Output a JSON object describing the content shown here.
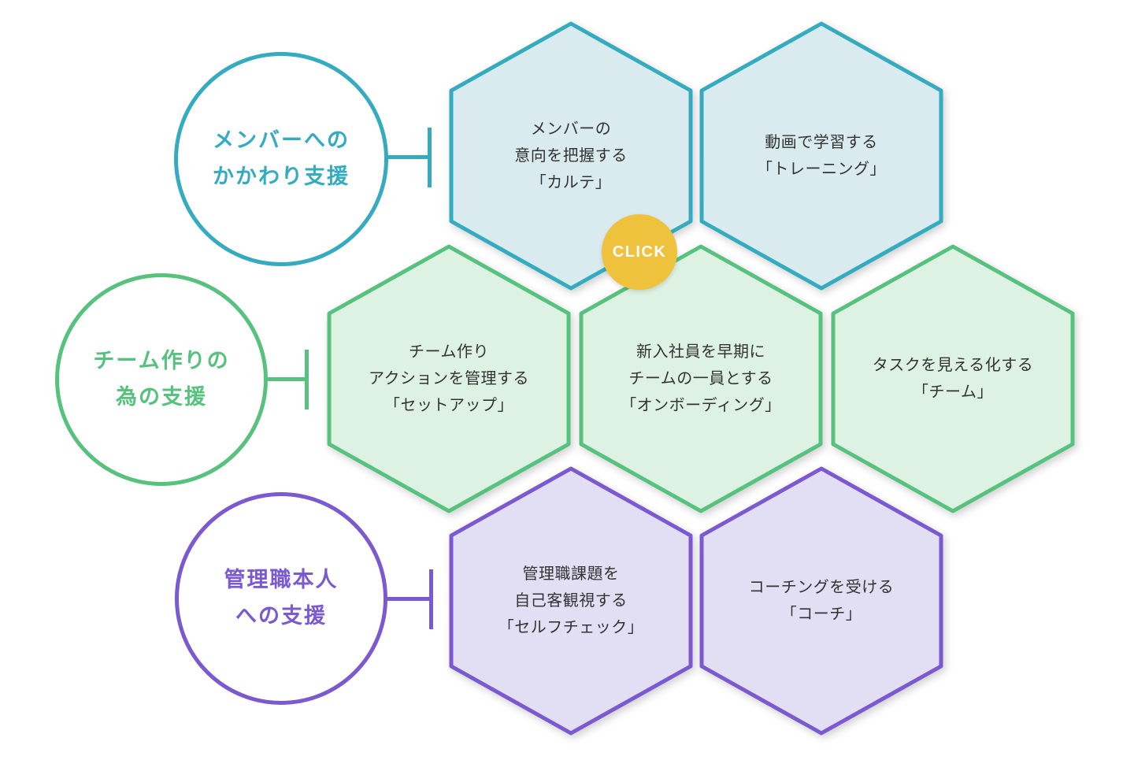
{
  "groups": [
    {
      "id": "member",
      "label": "メンバーへの\nかかわり支援",
      "color": "#35abc0",
      "fill": "#d9ebee"
    },
    {
      "id": "team",
      "label": "チーム作りの\n為の支援",
      "color": "#57c27e",
      "fill": "#def2e3"
    },
    {
      "id": "manager",
      "label": "管理職本人\nへの支援",
      "color": "#7a59d1",
      "fill": "#e2dff4"
    }
  ],
  "hexagons": [
    {
      "id": "karte",
      "group": "member",
      "text": "メンバーの\n意向を把握する\n「カルテ」"
    },
    {
      "id": "training",
      "group": "member",
      "text": "動画で学習する\n「トレーニング」"
    },
    {
      "id": "setup",
      "group": "team",
      "text": "チーム作り\nアクションを管理する\n「セットアップ」"
    },
    {
      "id": "onboarding",
      "group": "team",
      "text": "新入社員を早期に\nチームの一員とする\n「オンボーディング」"
    },
    {
      "id": "team",
      "group": "team",
      "text": "タスクを見える化する\n「チーム」"
    },
    {
      "id": "selfcheck",
      "group": "manager",
      "text": "管理職課題を\n自己客観視する\n「セルフチェック」"
    },
    {
      "id": "coach",
      "group": "manager",
      "text": "コーチングを受ける\n「コーチ」"
    }
  ],
  "click_badge": {
    "label": "CLICK",
    "color": "#efc23d"
  },
  "text_color": "#333333",
  "background": "#ffffff"
}
